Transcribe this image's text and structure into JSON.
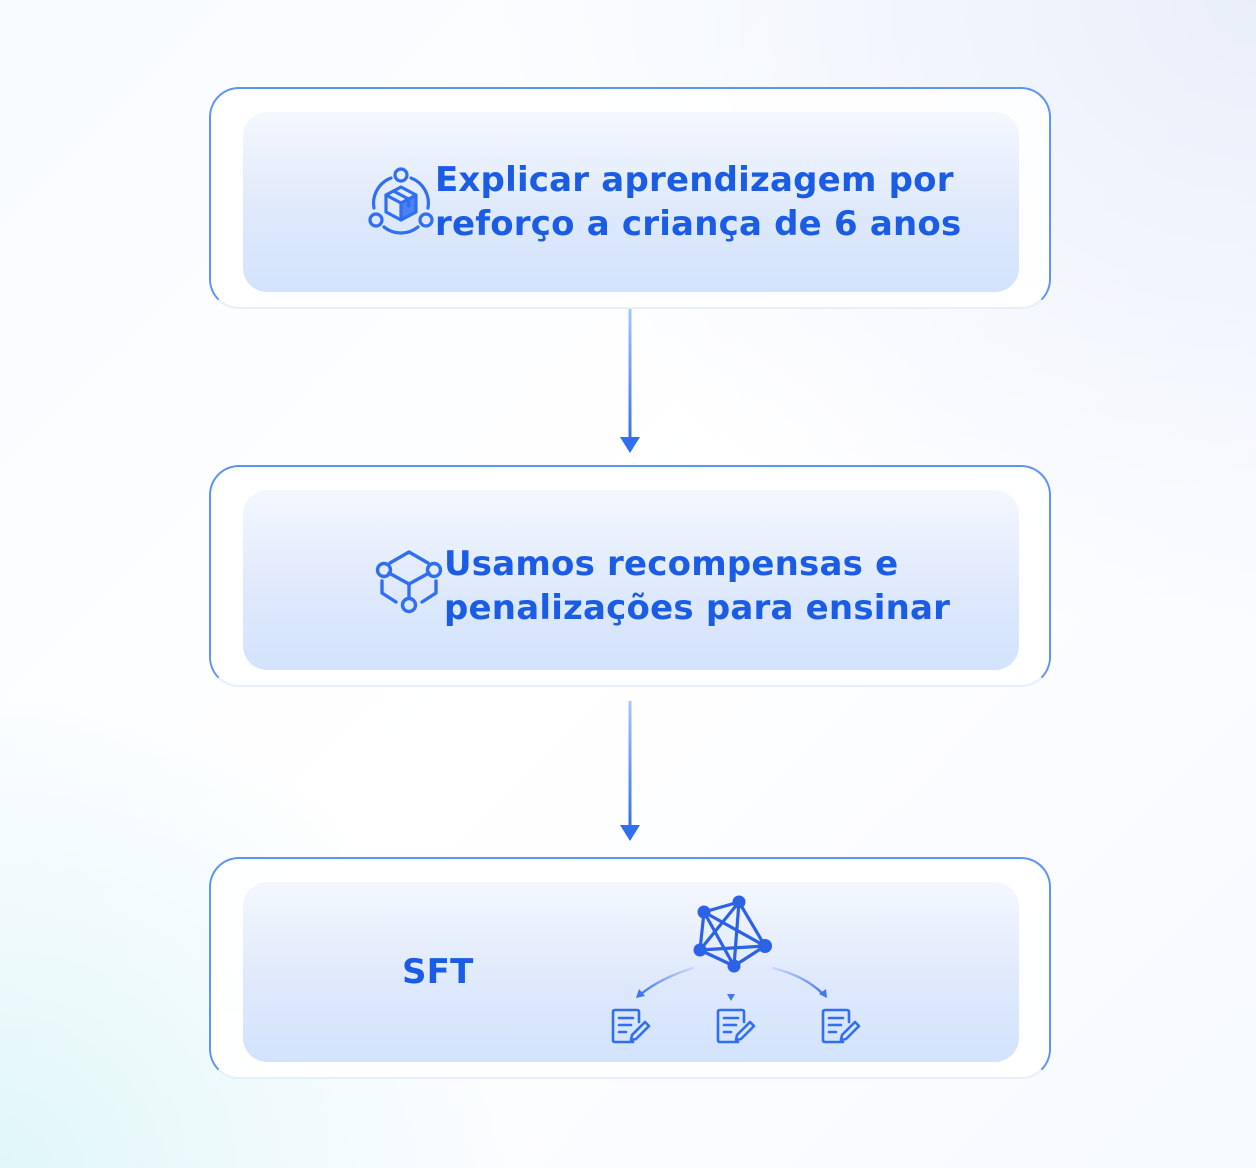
{
  "steps": [
    {
      "icon": "cube-network-icon",
      "text_lines": [
        "Explicar aprendizagem por",
        "reforço a criança de 6 anos"
      ]
    },
    {
      "icon": "hexagon-nodes-icon",
      "text_lines": [
        "Usamos recompensas e",
        "penalizações para ensinar"
      ]
    },
    {
      "icon": "neural-network-icon",
      "label": "SFT",
      "outputs": [
        "document-edit-icon",
        "document-edit-icon",
        "document-edit-icon"
      ]
    }
  ],
  "colors": {
    "accent": "#1b5ce4",
    "icon_blue": "#2f6ff0",
    "border": "#5e95f4",
    "panel_top": "#f4f8fe",
    "panel_bottom": "#d3e3fd",
    "arrow": "#2f6ff0"
  }
}
